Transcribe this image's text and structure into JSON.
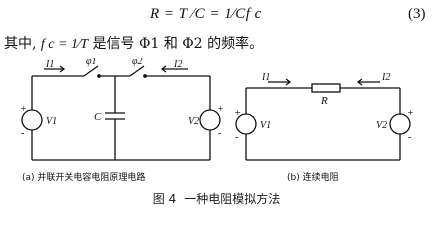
{
  "equation": {
    "formula": "R  =  T ∕C  =  1∕Cf c",
    "number": "(3)"
  },
  "body_text": {
    "prefix": "其中, ",
    "fc": "f c =  1∕T",
    "middle": " 是信号 ",
    "phi1": "Φ1",
    "and": " 和 ",
    "phi2": "Φ2",
    "suffix": " 的频率。"
  },
  "circuit_a": {
    "I1": "I1",
    "I2": "I2",
    "phi1": "φ1",
    "phi2": "φ2",
    "C": "C",
    "V1": "V1",
    "V2": "V2",
    "plus": "+",
    "minus": "-",
    "caption": "(a) 并联开关电容电阻原理电路"
  },
  "circuit_b": {
    "I1": "I1",
    "I2": "I2",
    "R": "R",
    "V1": "V1",
    "V2": "V2",
    "plus": "+",
    "minus": "-",
    "caption": "(b)  连续电阻"
  },
  "figure": {
    "label": "图 4",
    "title": "一种电阻模拟方法"
  }
}
